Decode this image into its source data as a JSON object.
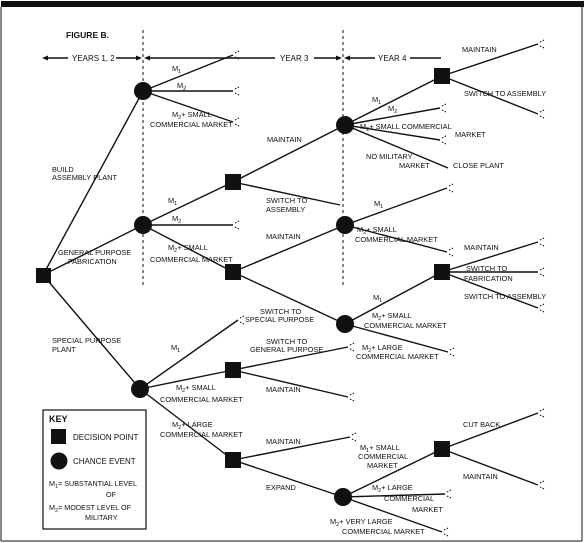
{
  "figure_title": "FIGURE B.",
  "headers": {
    "years12": "YEARS 1, 2",
    "year3": "YEAR 3",
    "year4": "YEAR 4"
  },
  "key": {
    "title": "KEY",
    "decision": "DECISION POINT",
    "chance": "CHANCE EVENT",
    "m1_line1": "= SUBSTANTIAL LEVEL",
    "m1_line2": "OF",
    "m2_line1": "= MODEST LEVEL OF",
    "m2_line2": "MILITARY"
  },
  "labels": {
    "build1": "BUILD",
    "build2": "ASSEMBLY PLANT",
    "gp1": "GENERAL PURPOSE",
    "gp2": "FABRICATION",
    "sp1": "SPECIAL PURPOSE",
    "sp2": "PLANT",
    "m2_small_comm": "+ SMALL",
    "commercial_market": "COMMERCIAL MARKET",
    "maintain": "MAINTAIN",
    "switch_to": "SWITCH TO",
    "assembly": "ASSEMBLY",
    "switch_to_assembly": "SWITCH TO ASSEMBLY",
    "switch_to_special": "SWITCH TO",
    "special_purpose": "SPECIAL  PURPOSE",
    "general_purpose": "GENERAL PURPOSE",
    "no_military": "NO MILITARY",
    "market": "MARKET",
    "close_plant": "CLOSE PLANT",
    "m2_small_commercial": "+ SMALL COMMERCIAL",
    "fabrication": "FABRICATION",
    "m2_large": "+ LARGE",
    "commercial": "COMMERCIAL",
    "m2_very_large": "+ VERY LARGE",
    "expand": "EXPAND",
    "cut_back": "CUT BACK",
    "m1_small": "+ SMALL"
  }
}
